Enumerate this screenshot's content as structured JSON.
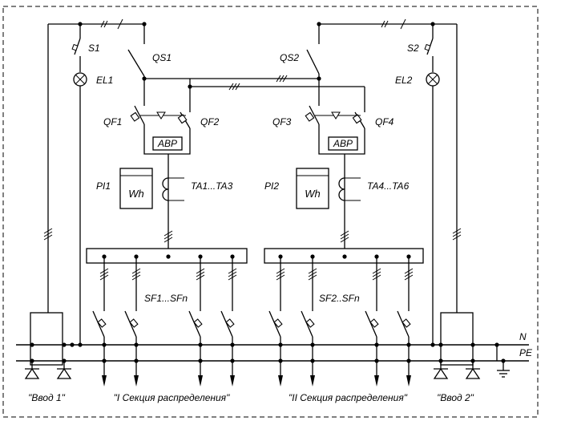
{
  "labels": {
    "s1": "S1",
    "s2": "S2",
    "el1": "EL1",
    "el2": "EL2",
    "qs1": "QS1",
    "qs2": "QS2",
    "qf1": "QF1",
    "qf2": "QF2",
    "qf3": "QF3",
    "qf4": "QF4",
    "avr1": "АВР",
    "avr2": "АВР",
    "pi1": "PI1",
    "pi2": "PI2",
    "wh1": "Wh",
    "wh2": "Wh",
    "ta1": "TA1...TA3",
    "ta2": "TA4...TA6",
    "sf1": "SF1...SFn",
    "sf2": "SF2..SFn",
    "n": "N",
    "pe": "PE"
  },
  "captions": {
    "input1": "\"Ввод 1\"",
    "section1": "\"I Секция распределения\"",
    "section2": "\"II Секция распределения\"",
    "input2": "\"Ввод 2\""
  }
}
